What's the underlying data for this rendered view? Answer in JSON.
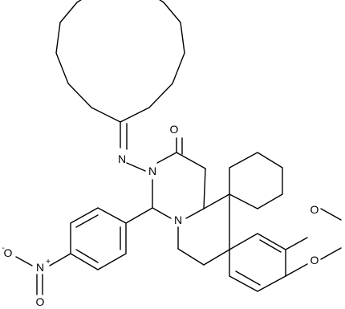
{
  "atoms": {
    "oxygen_ketone": "O",
    "nitrogen_imine": "N",
    "nitrogen_ring_amide": "N",
    "nitrogen_ring_amine": "N",
    "methoxy_upper": "O",
    "methyl_upper": "",
    "methoxy_lower": "O",
    "methyl_lower": "",
    "nitro_oxygen_left": "O",
    "nitro_oxygen_charge": "-",
    "nitro_nitrogen": "N",
    "nitro_nitrogen_charge": "+",
    "nitro_oxygen_bottom": "O"
  },
  "colors": {
    "bond": "#000000",
    "label": "#000000",
    "background": "#ffffff"
  }
}
